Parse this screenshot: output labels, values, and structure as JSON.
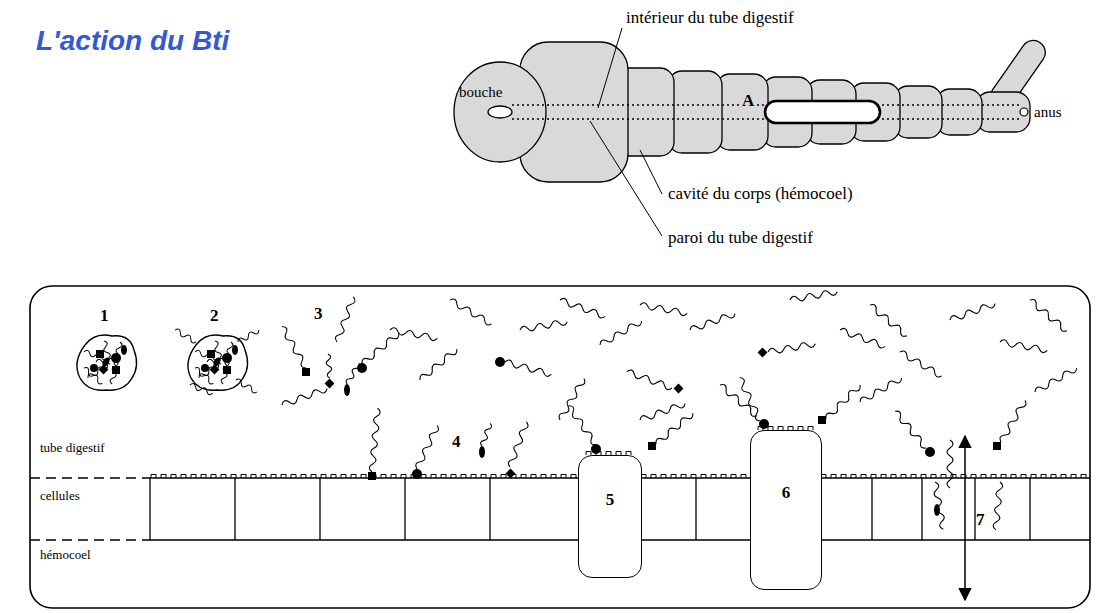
{
  "diagram": {
    "title": "L'action du Bti",
    "nodes": [
      {
        "text": [
          "5"
        ]
      },
      {
        "text": [
          "6"
        ]
      }
    ],
    "labels": [
      "bouche",
      "intérieur du tube digestif",
      "A",
      "anus",
      "cavité du corps (hémocoel)",
      "paroi du tube digestif",
      "1",
      "2",
      "3",
      "4",
      "7",
      "tube digestif",
      "cellules",
      "hémocoel"
    ]
  }
}
